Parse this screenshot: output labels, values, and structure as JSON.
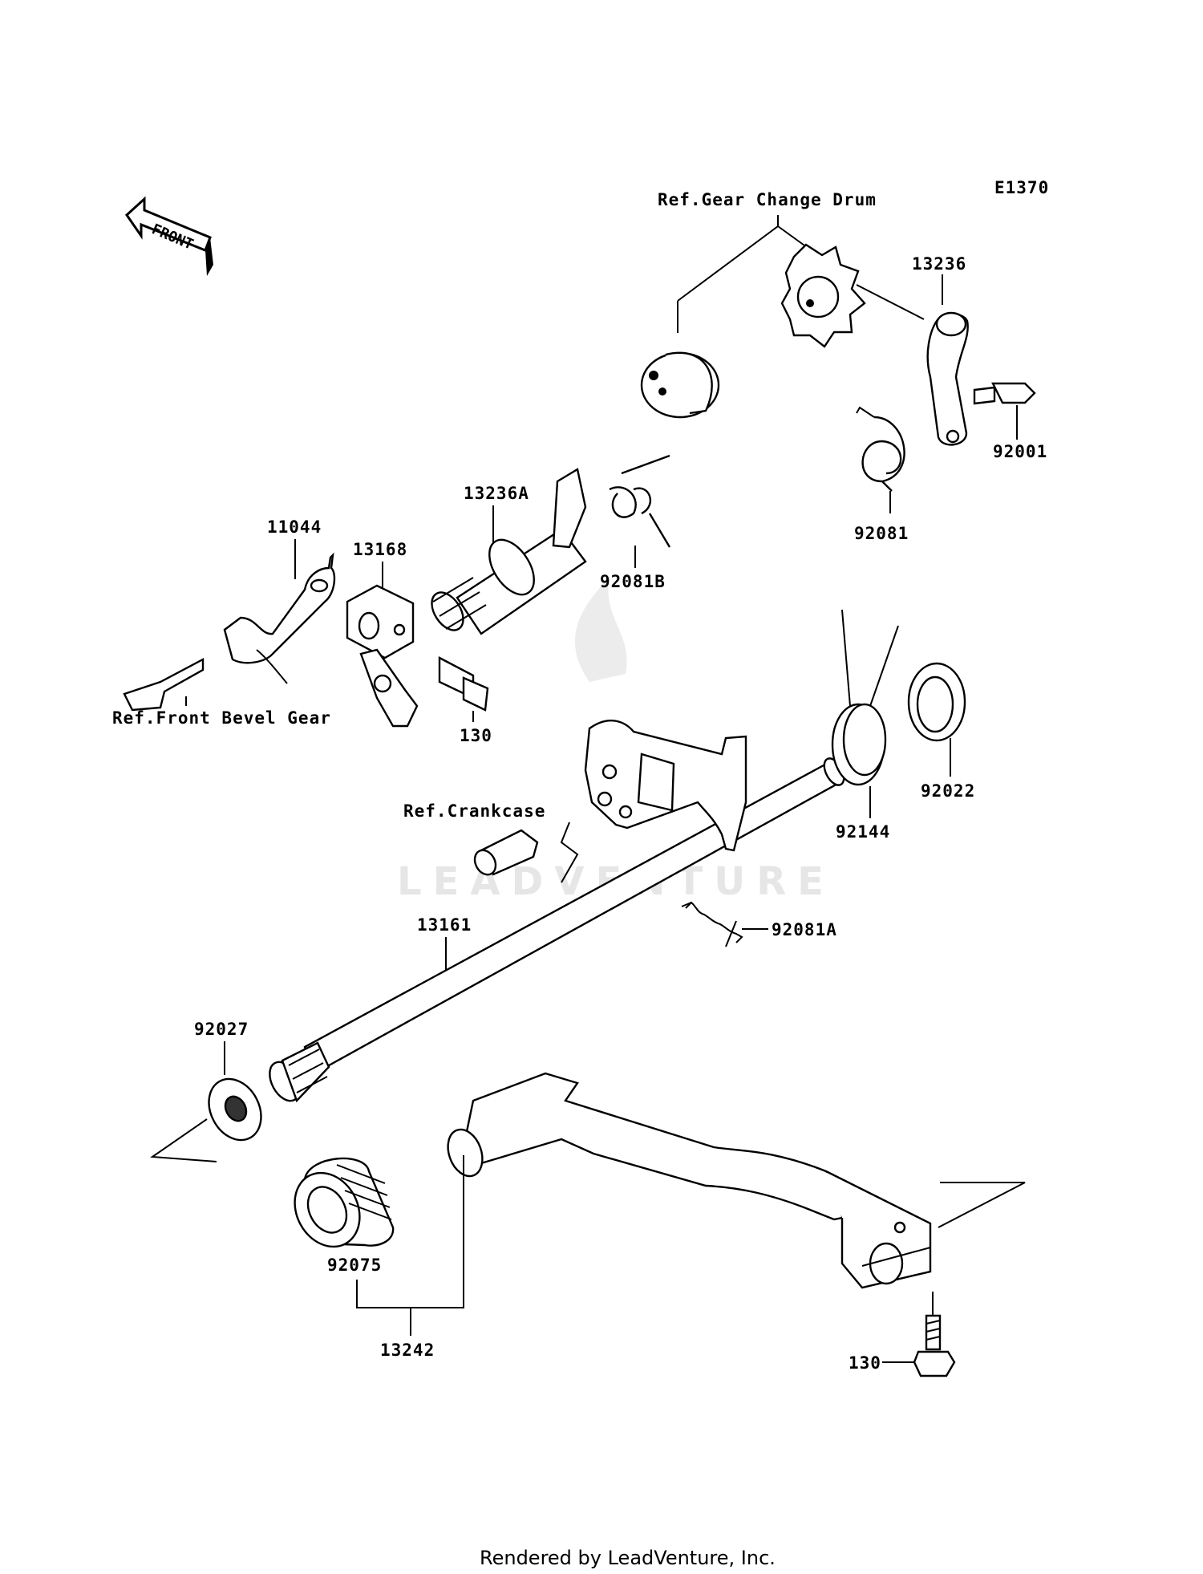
{
  "diagram": {
    "code": "E1370",
    "front_label": "FRONT",
    "watermark": "LEADVENTURE",
    "footer": "Rendered by LeadVenture, Inc.",
    "references": {
      "gear_change_drum": "Ref.Gear Change Drum",
      "front_bevel_gear": "Ref.Front Bevel Gear",
      "crankcase": "Ref.Crankcase"
    },
    "parts": {
      "p13236": "13236",
      "p92001": "92001",
      "p92081": "92081",
      "p13236A": "13236A",
      "p92081B": "92081B",
      "p11044": "11044",
      "p13168": "13168",
      "p130_upper": "130",
      "p92022": "92022",
      "p92144": "92144",
      "p92081A": "92081A",
      "p13161": "13161",
      "p92027": "92027",
      "p92075": "92075",
      "p13242": "13242",
      "p130_lower": "130"
    }
  }
}
